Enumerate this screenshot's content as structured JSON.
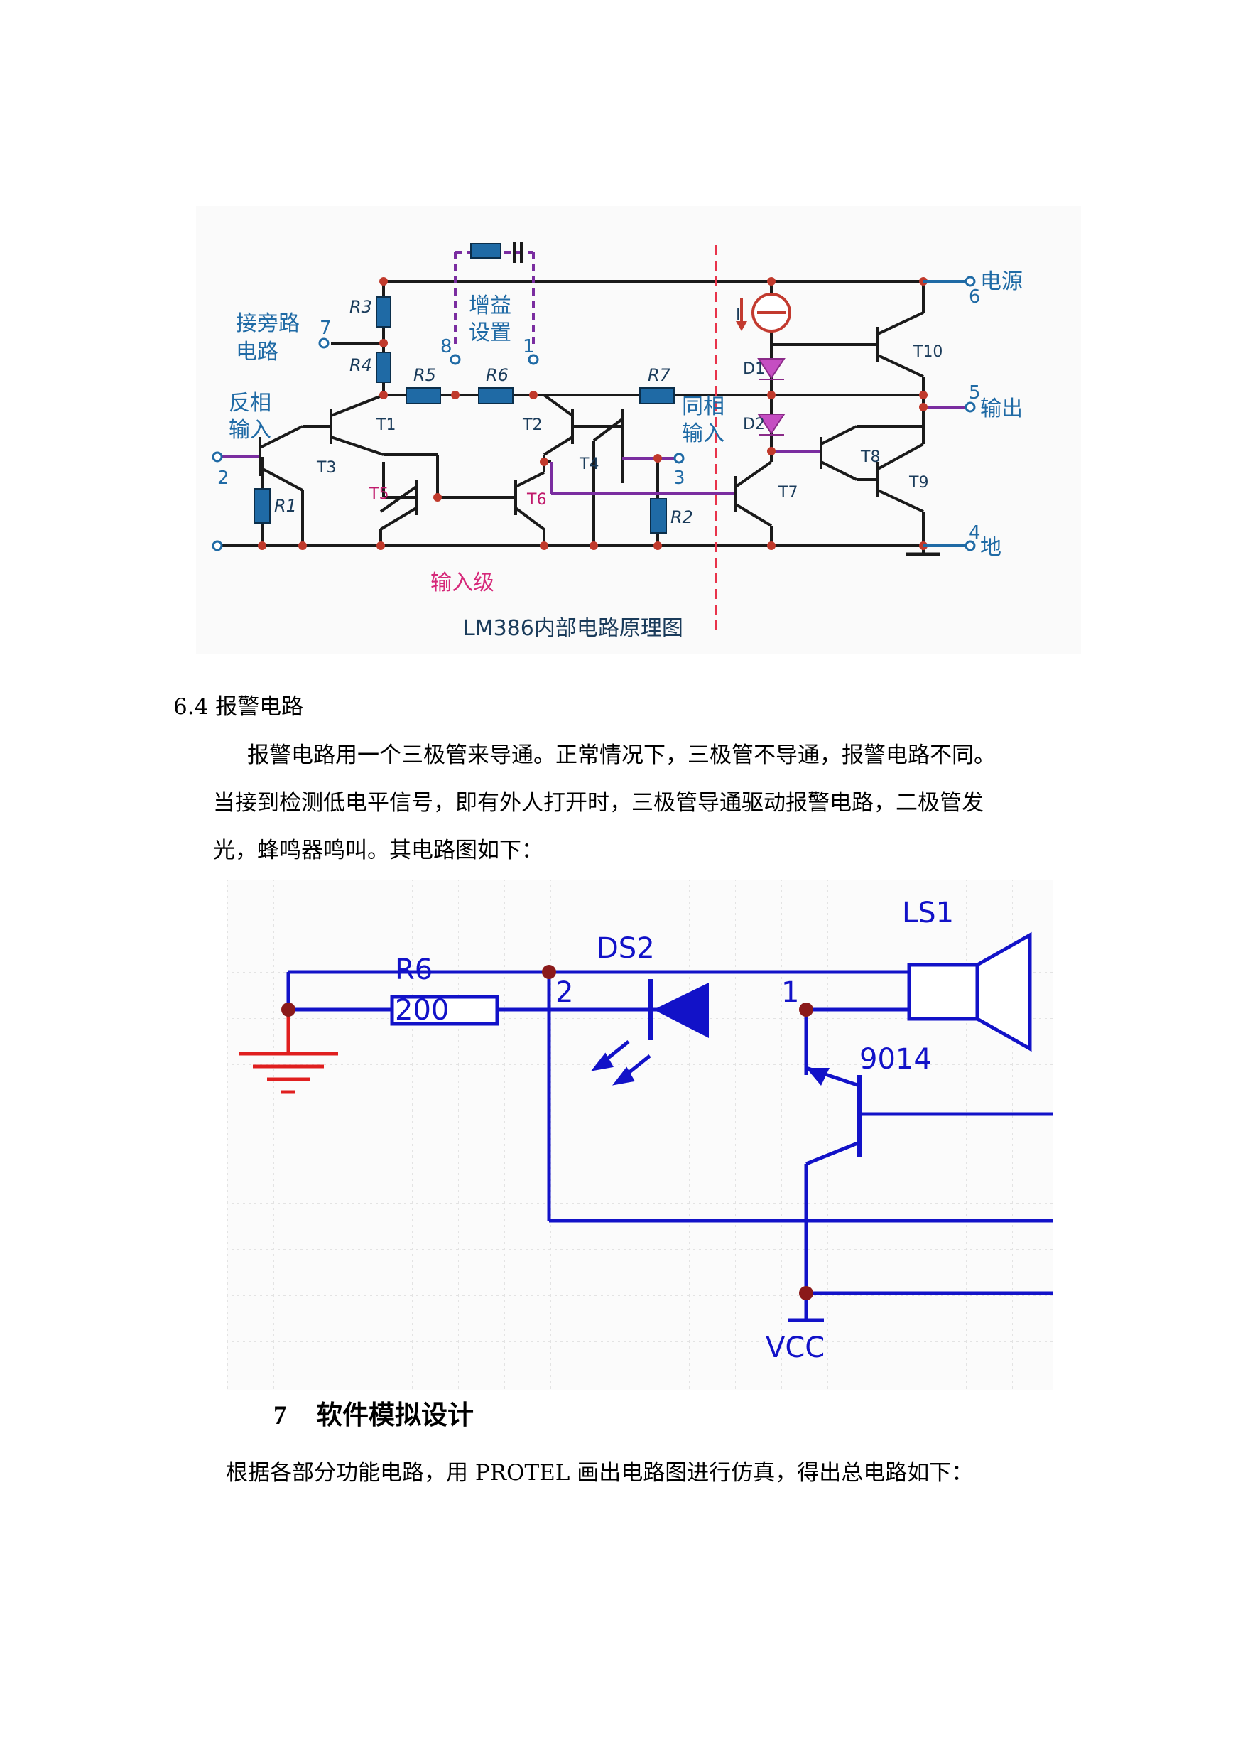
{
  "figure1": {
    "title": "LM386内部电路原理图",
    "input_stage": "输入级",
    "bypass_label": [
      "接旁路",
      "电路"
    ],
    "inverting_label": [
      "反相",
      "输入"
    ],
    "noninverting_label": [
      "同相",
      "输入"
    ],
    "gain_label": [
      "增益",
      "设置"
    ],
    "power_label": "电源",
    "output_label": "输出",
    "ground_label": "地",
    "pins": {
      "p1": "1",
      "p2": "2",
      "p3": "3",
      "p4": "4",
      "p5": "5",
      "p6": "6",
      "p7": "7",
      "p8": "8"
    },
    "resistors": {
      "r1": "R1",
      "r2": "R2",
      "r3": "R3",
      "r4": "R4",
      "r5": "R5",
      "r6": "R6",
      "r7": "R7"
    },
    "transistors": {
      "t1": "T1",
      "t2": "T2",
      "t3": "T3",
      "t4": "T4",
      "t5": "T5",
      "t6": "T6",
      "t7": "T7",
      "t8": "T8",
      "t9": "T9",
      "t10": "T10"
    },
    "diodes": {
      "d1": "D1",
      "d2": "D2"
    },
    "current_source": "I"
  },
  "section_6_4": {
    "heading": "6.4  报警电路",
    "paragraph_lines": [
      "报警电路用一个三极管来导通。正常情况下，三极管不导通，报警电路不同。",
      "当接到检测低电平信号，即有外人打开时，三极管导通驱动报警电路，二极管发",
      "光，蜂鸣器鸣叫。其电路图如下："
    ]
  },
  "figure2": {
    "speaker": "LS1",
    "led": "DS2",
    "resistor_ref": "R6",
    "resistor_value": "200",
    "pin_2": "2",
    "pin_1": "1",
    "transistor": "9014",
    "power": "VCC"
  },
  "chapter_7": {
    "number": "7",
    "title": "软件模拟设计",
    "paragraph": "根据各部分功能电路，用 PROTEL 画出电路图进行仿真，得出总电路如下："
  }
}
